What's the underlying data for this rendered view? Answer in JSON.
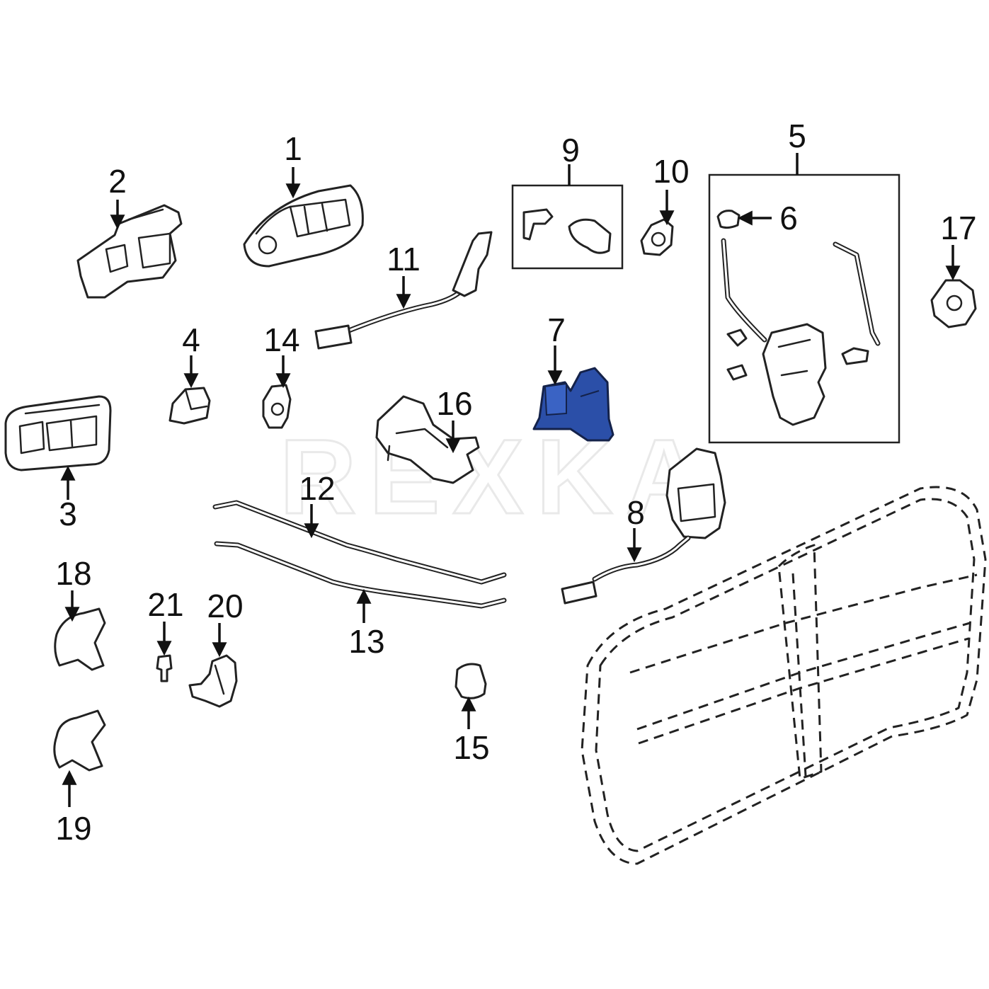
{
  "watermark": "REXKA",
  "callouts": [
    "1",
    "2",
    "3",
    "4",
    "5",
    "6",
    "7",
    "8",
    "9",
    "10",
    "11",
    "12",
    "13",
    "14",
    "15",
    "16",
    "17",
    "18",
    "19",
    "20",
    "21"
  ],
  "colors": {
    "highlight": "#2b4fa8",
    "outline": "#222222",
    "background": "#ffffff"
  }
}
